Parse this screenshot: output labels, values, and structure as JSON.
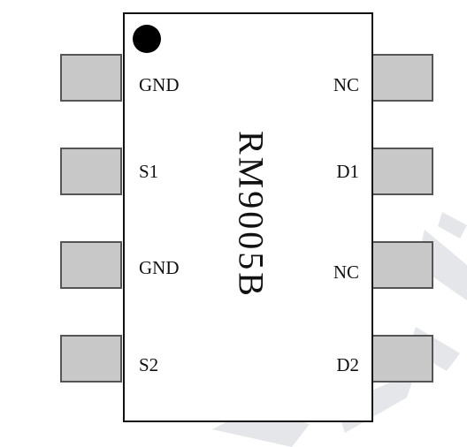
{
  "chip": {
    "part_number": "RM9005B"
  },
  "pins_left": [
    {
      "label": "GND"
    },
    {
      "label": "S1"
    },
    {
      "label": "GND"
    },
    {
      "label": "S2"
    }
  ],
  "pins_right": [
    {
      "label": "NC"
    },
    {
      "label": "D1"
    },
    {
      "label": "NC"
    },
    {
      "label": "D2"
    }
  ],
  "colors": {
    "pin_fill": "#c8c8c8",
    "outline": "#111111",
    "watermark": "#e4e6ea"
  }
}
